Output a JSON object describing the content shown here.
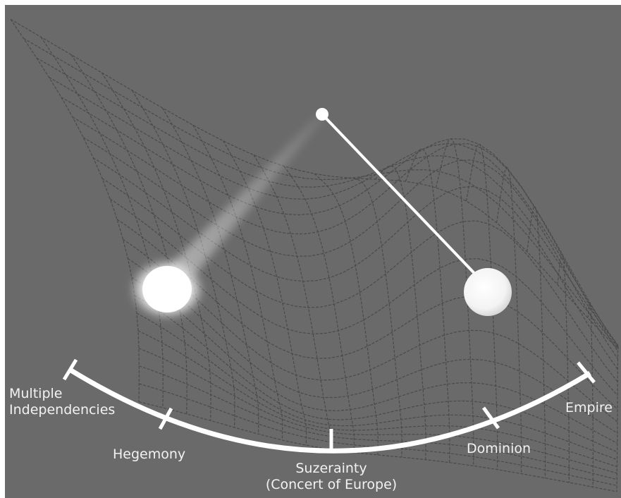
{
  "diagram": {
    "scale_labels": {
      "multiple_independencies": [
        "Multiple",
        "Independencies"
      ],
      "hegemony": "Hegemony",
      "suzerainty": [
        "Suzerainty",
        "(Concert of Europe)"
      ],
      "dominion": "Dominion",
      "empire": "Empire"
    },
    "colors": {
      "background": "#6a6a6a",
      "mesh": "#4a4a4a",
      "arc": "#ffffff",
      "text": "#f2f2f2"
    }
  }
}
